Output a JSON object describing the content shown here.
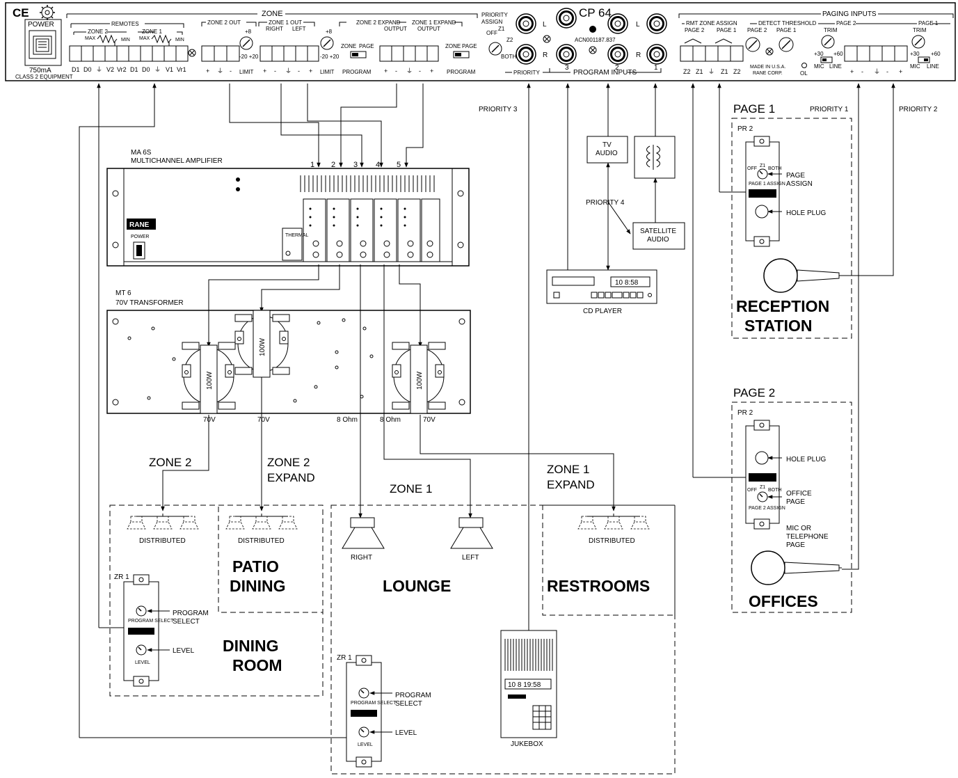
{
  "cp64": {
    "model": "CP 64",
    "serial": "ACN001187.837",
    "power": "POWER",
    "current": "750mA",
    "equipment_class": "CLASS 2 EQUIPMENT",
    "zone_header": "ZONE",
    "remotes": "REMOTES",
    "zone2": "ZONE 2",
    "zone1": "ZONE 1",
    "max": "MAX",
    "min": "MIN",
    "remote_terms": [
      "D1",
      "D0",
      "⏚",
      "V2",
      "Vr2",
      "D1",
      "D0",
      "⏚",
      "V1",
      "Vr1"
    ],
    "zone2_out": "ZONE 2 OUT",
    "zone1_out": "ZONE 1 OUT",
    "right": "RIGHT",
    "left": "LEFT",
    "limit": "LIMIT",
    "trim_plus8": "+8",
    "trim_range": "-20 +20",
    "zone2_expand": "ZONE 2 EXPAND",
    "zone1_expand": "ZONE 1 EXPAND",
    "output": "OUTPUT",
    "zone_label": "ZONE",
    "page_label": "PAGE",
    "program": "PROGRAM",
    "priority_assign": "PRIORITY ASSIGN",
    "off": "OFF",
    "z1": "Z1",
    "z2": "Z2",
    "both": "BOTH",
    "priority": "PRIORITY",
    "program_inputs": "PROGRAM INPUTS",
    "input_nums": [
      "3",
      "2",
      "1"
    ],
    "l": "L",
    "r": "R",
    "paging_inputs": "PAGING INPUTS",
    "rmt_zone_assign": "RMT ZONE ASSIGN",
    "detect_threshold": "DETECT THRESHOLD",
    "page2": "PAGE 2",
    "page1": "PAGE 1",
    "rmt_terms": [
      "Z2",
      "Z1",
      "⏚",
      "Z1",
      "Z2"
    ],
    "made_in": "MADE IN U.S.A. RANE CORP.",
    "ol": "OL",
    "trim": "TRIM",
    "mic": "MIC",
    "line": "LINE",
    "plus30": "+30",
    "plus60": "+60",
    "pol": [
      "+",
      "-",
      "⏚",
      "-",
      "+"
    ]
  },
  "amplifier": {
    "model": "MA 6S",
    "description": "MULTICHANNEL AMPLIFIER",
    "inputs": [
      "1",
      "2",
      "3",
      "4",
      "5"
    ],
    "brand": "RANE",
    "power": "POWER",
    "thermal": "THERMAL"
  },
  "transformer": {
    "model": "MT 6",
    "description": "70V TRANSFORMER",
    "rating": "100W",
    "taps": [
      "70V",
      "70V",
      "8 Ohm",
      "8 Ohm",
      "70V"
    ]
  },
  "sources": {
    "priority1": "PRIORITY 1",
    "priority2": "PRIORITY 2",
    "priority3": "PRIORITY 3",
    "priority4": "PRIORITY 4",
    "tv_audio": "TV AUDIO",
    "satellite_audio": "SATELLITE AUDIO",
    "cd_player": "CD PLAYER",
    "cd_display": "10   8:58",
    "jukebox": "JUKEBOX",
    "jukebox_display": "10  8  19:58"
  },
  "paging": {
    "page1_title": "PAGE 1",
    "page2_title": "PAGE 2",
    "pr2": "PR 2",
    "page_assign": "PAGE ASSIGN",
    "hole_plug": "HOLE PLUG",
    "office_page": "OFFICE PAGE",
    "mic_or_telephone": "MIC OR TELEPHONE PAGE",
    "reception": "RECEPTION STATION",
    "offices": "OFFICES",
    "page1_assign": "PAGE 1 ASSIGN",
    "page2_assign": "PAGE 2 ASSIGN"
  },
  "zones": {
    "zone2": "ZONE 2",
    "zone2_expand": "ZONE 2 EXPAND",
    "zone1": "ZONE 1",
    "zone1_expand": "ZONE 1 EXPAND",
    "distributed": "DISTRIBUTED",
    "patio_dining": "PATIO DINING",
    "dining_room": "DINING ROOM",
    "lounge": "LOUNGE",
    "restrooms": "RESTROOMS",
    "right": "RIGHT",
    "left": "LEFT",
    "zr1": "ZR 1",
    "program_select": "PROGRAM SELECT",
    "level": "LEVEL"
  }
}
